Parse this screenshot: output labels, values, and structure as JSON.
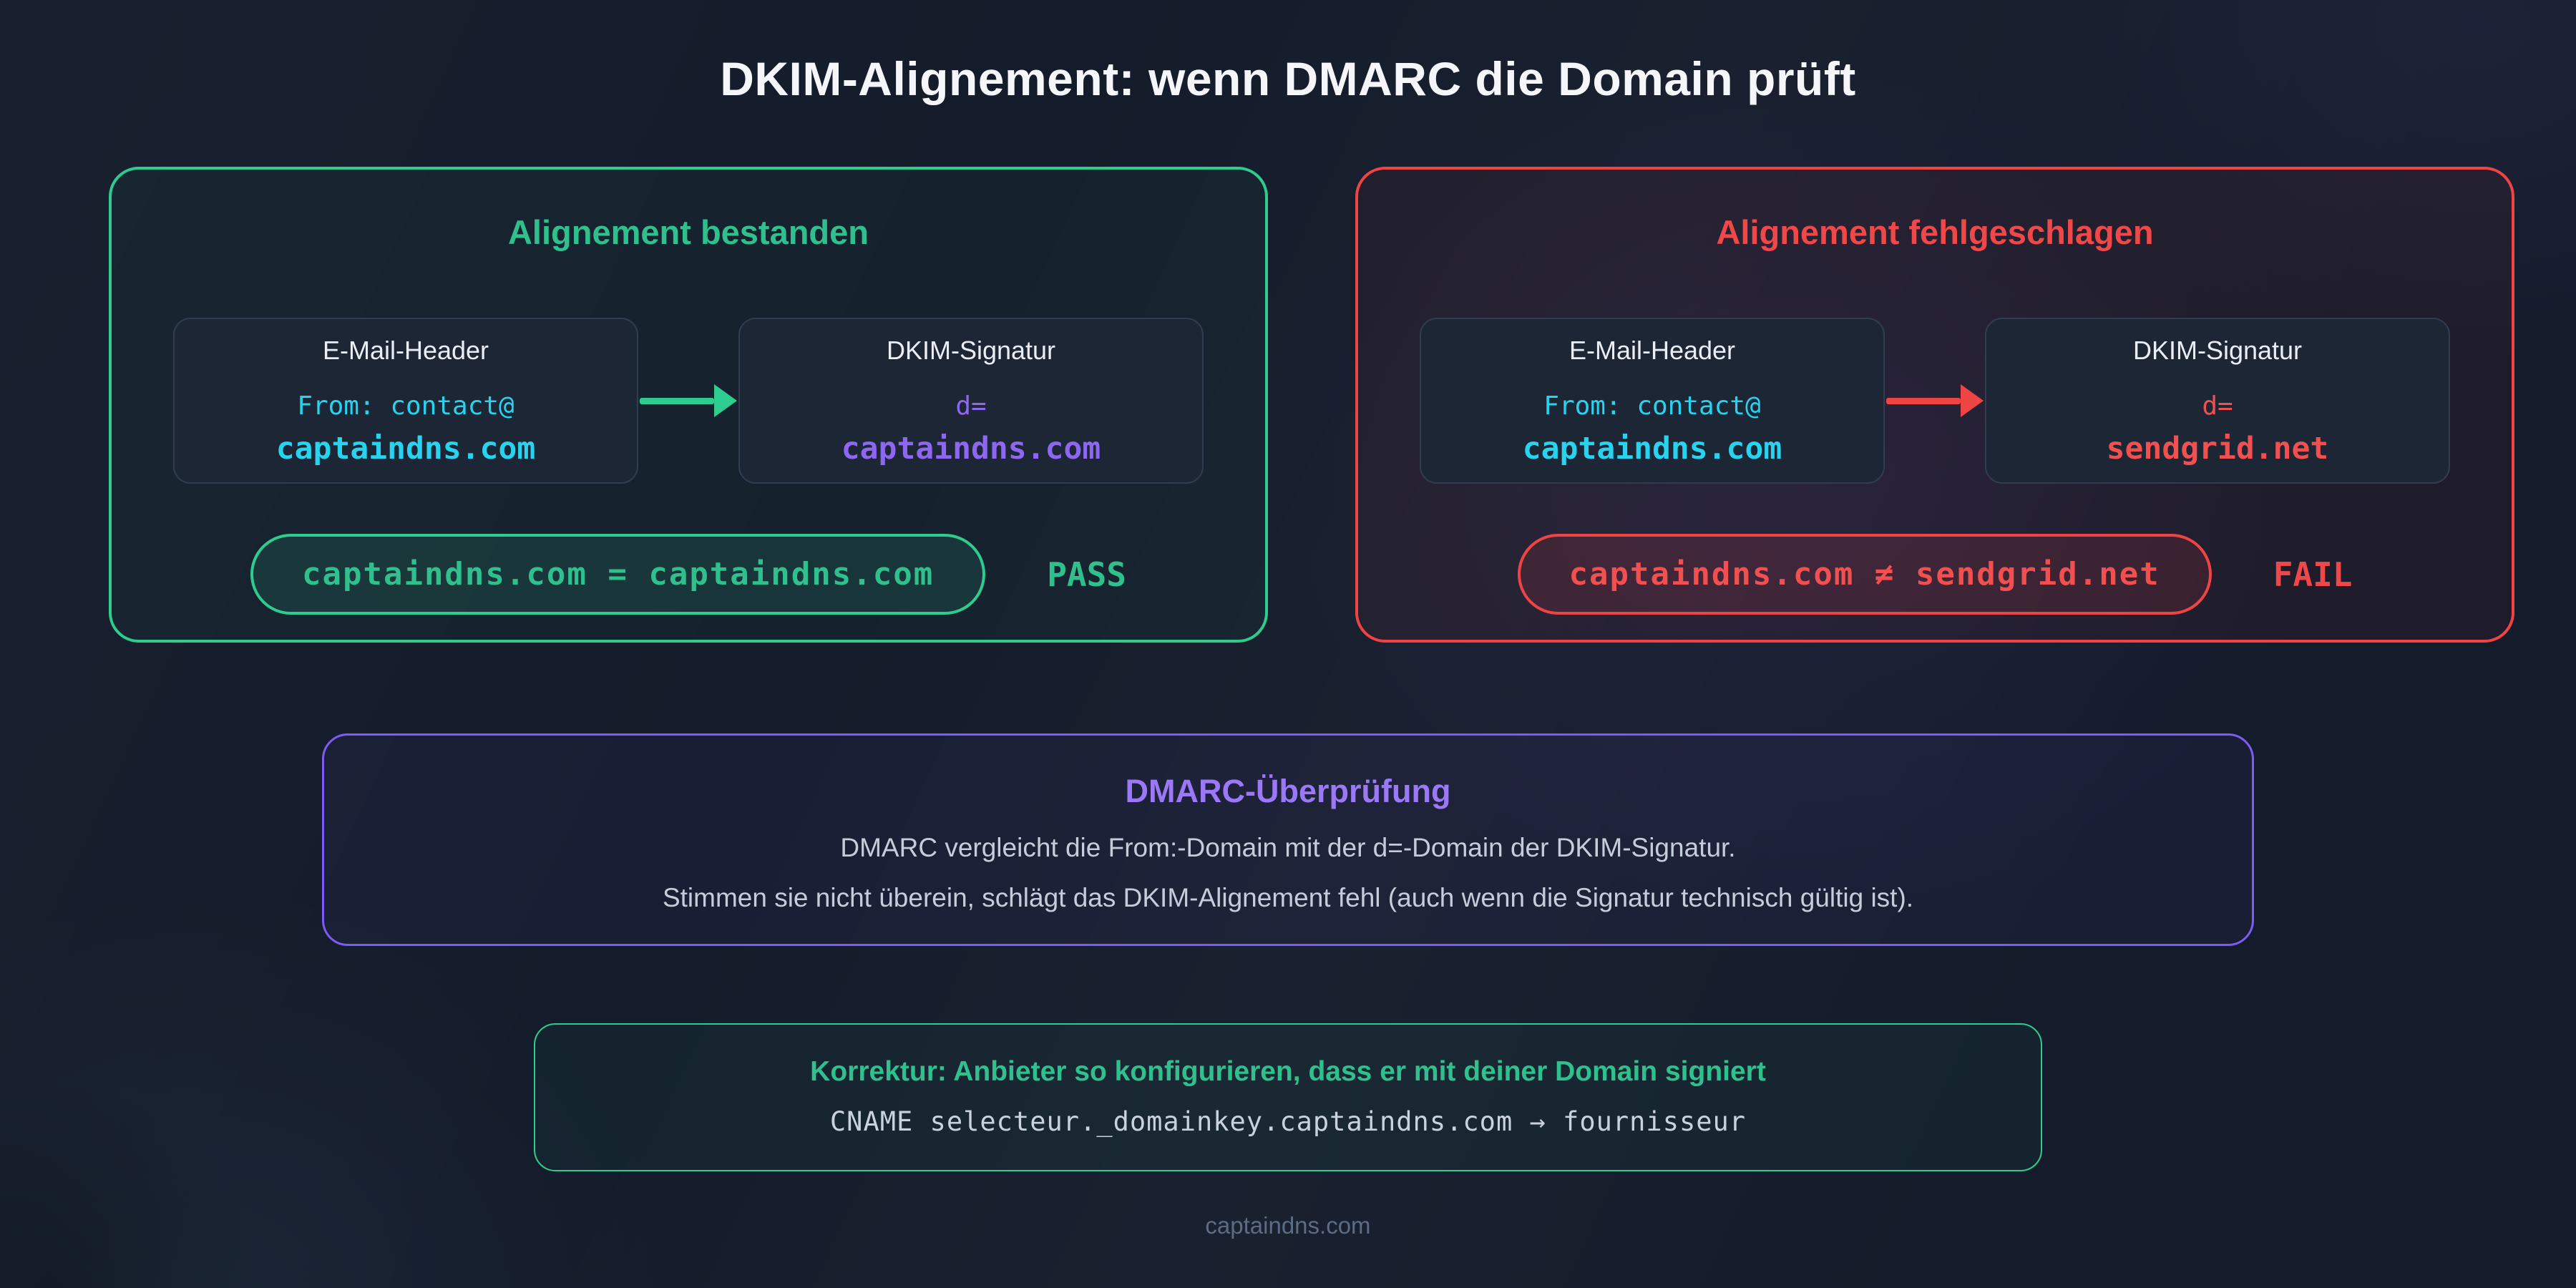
{
  "title": "DKIM-Alignement: wenn DMARC die Domain prüft",
  "colors": {
    "background": "#141b2a",
    "pass_accent": "#2ecc8e",
    "fail_accent": "#ef4444",
    "from_domain": "#27d3ee",
    "dkim_domain": "#8d66f2",
    "dmarc_accent": "#7c5cf6",
    "body_text": "#c4cdda",
    "footer_text": "#5d6c82"
  },
  "pass_panel": {
    "title": "Alignement bestanden",
    "header_card": {
      "title": "E-Mail-Header",
      "line1": "From: contact@",
      "domain": "captaindns.com"
    },
    "signature_card": {
      "title": "DKIM-Signatur",
      "line1": "d=",
      "domain": "captaindns.com"
    },
    "comparison": "captaindns.com = captaindns.com",
    "verdict": "PASS"
  },
  "fail_panel": {
    "title": "Alignement fehlgeschlagen",
    "header_card": {
      "title": "E-Mail-Header",
      "line1": "From: contact@",
      "domain": "captaindns.com"
    },
    "signature_card": {
      "title": "DKIM-Signatur",
      "line1": "d=",
      "domain": "sendgrid.net"
    },
    "comparison": "captaindns.com ≠ sendgrid.net",
    "verdict": "FAIL"
  },
  "dmarc_box": {
    "title": "DMARC-Überprüfung",
    "line1": "DMARC vergleicht die From:-Domain mit der d=-Domain der DKIM-Signatur.",
    "line2": "Stimmen sie nicht überein, schlägt das DKIM-Alignement fehl (auch wenn die Signatur technisch gültig ist)."
  },
  "fix_box": {
    "title": "Korrektur: Anbieter so konfigurieren, dass er mit deiner Domain signiert",
    "code": "CNAME selecteur._domainkey.captaindns.com → fournisseur"
  },
  "footer": "captaindns.com"
}
